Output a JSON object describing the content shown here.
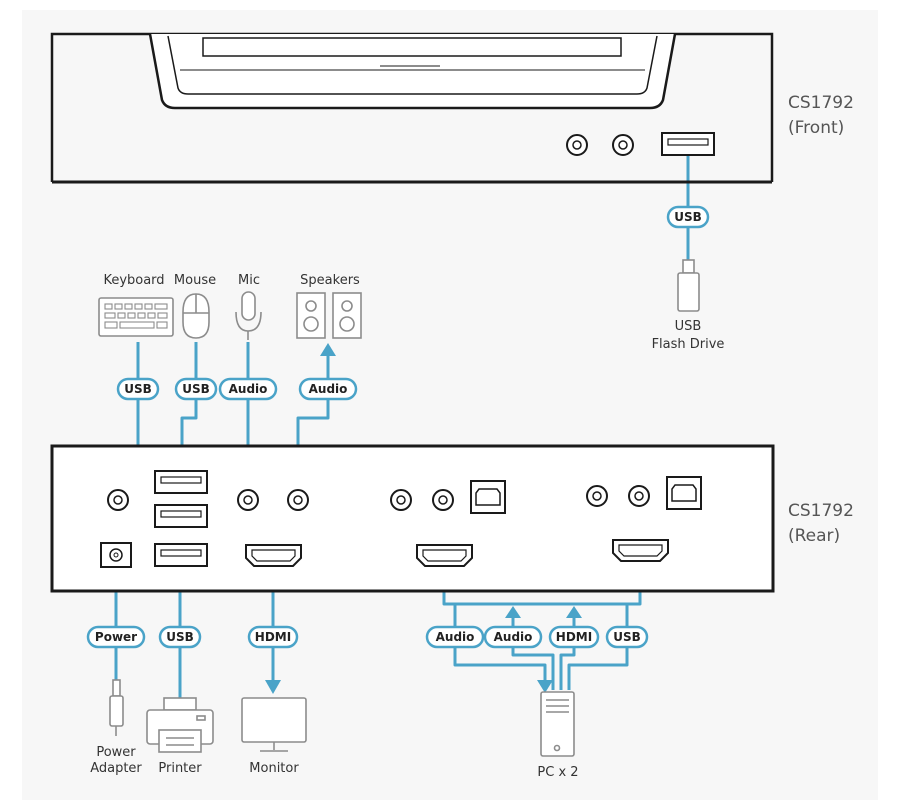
{
  "device_front": {
    "model": "CS1792",
    "view": "(Front)"
  },
  "device_rear": {
    "model": "CS1792",
    "view": "(Rear)"
  },
  "peripherals": {
    "keyboard": "Keyboard",
    "mouse": "Mouse",
    "mic": "Mic",
    "speakers": "Speakers",
    "usb_flash_drive_line1": "USB",
    "usb_flash_drive_line2": "Flash Drive",
    "power_adapter_line1": "Power",
    "power_adapter_line2": "Adapter",
    "printer": "Printer",
    "monitor": "Monitor",
    "pc": "PC x 2"
  },
  "connection_tags": {
    "front_usb": "USB",
    "keyboard_usb": "USB",
    "mouse_usb": "USB",
    "mic_audio": "Audio",
    "speakers_audio": "Audio",
    "power": "Power",
    "printer_usb": "USB",
    "monitor_hdmi": "HDMI",
    "pc_audio_out": "Audio",
    "pc_audio_in": "Audio",
    "pc_hdmi": "HDMI",
    "pc_usb": "USB"
  },
  "colors": {
    "cable": "#4aa3c8",
    "outline": "#1a1a1a",
    "icon_gray": "#8c8c8c"
  }
}
